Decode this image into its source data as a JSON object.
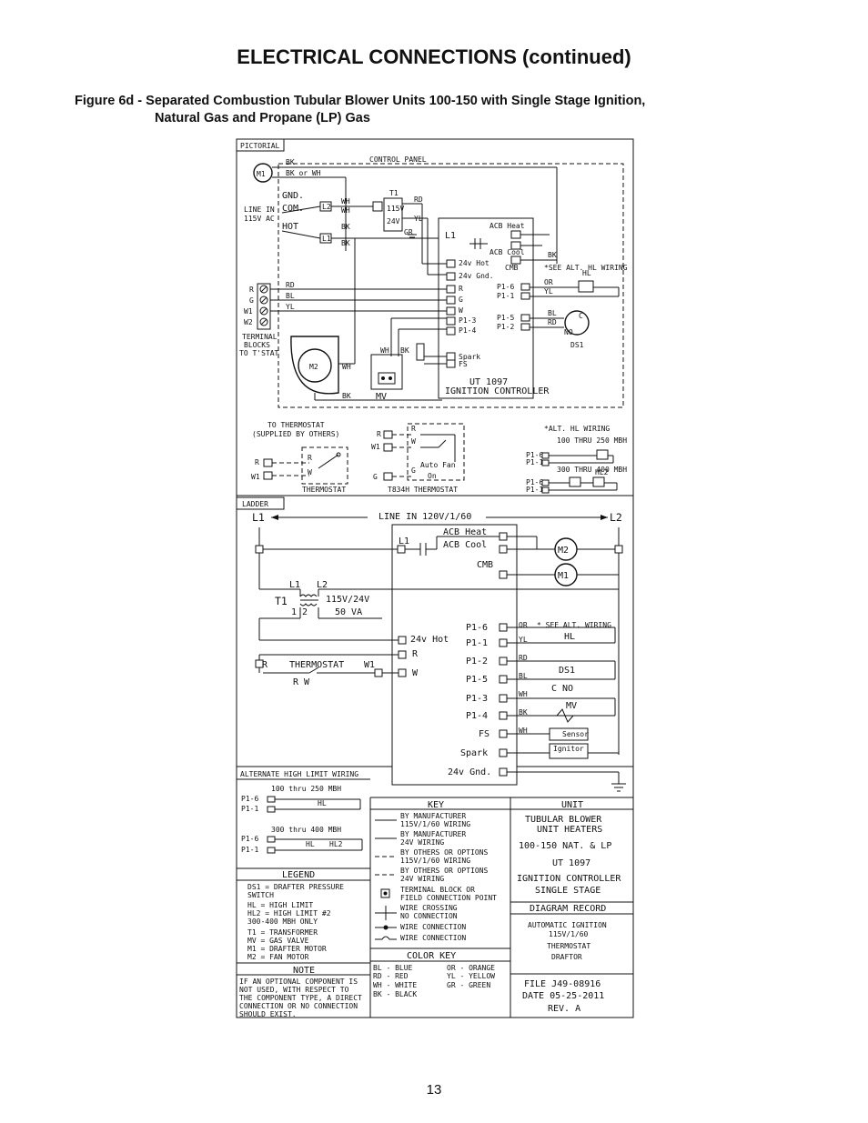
{
  "page": {
    "title": "ELECTRICAL CONNECTIONS (continued)",
    "caption_line1": "Figure 6d - Separated Combustion Tubular Blower Units 100-150 with Single Stage Ignition,",
    "caption_line2": "Natural Gas and Propane (LP) Gas",
    "page_number": "13"
  },
  "pictorial": {
    "label": "PICTORIAL",
    "control_panel": "CONTROL PANEL",
    "line_in": "LINE IN",
    "line_in_v": "115V AC",
    "gnd": "GND.",
    "com": "COM.",
    "hot": "HOT",
    "terminal_blocks": [
      "TERMINAL",
      "BLOCKS",
      "TO T'STAT"
    ],
    "terminals": [
      "R",
      "G",
      "W1",
      "W2"
    ],
    "m1": "M1",
    "m2": "M2",
    "mv": "MV",
    "ds1": "DS1",
    "controller_model": "UT 1097",
    "controller_name": "IGNITION CONTROLLER",
    "see_alt": "*SEE ALT. HL WIRING",
    "hl": "HL",
    "l1": "L1",
    "t1": "T1",
    "acb_heat": "ACB Heat",
    "acb_cool": "ACB Cool",
    "cmb": "CMB",
    "hot24": "24v Hot",
    "gnd24": "24v Gnd.",
    "spark": "Spark",
    "fs": "FS",
    "pins": [
      "R",
      "G",
      "W",
      "P1-3",
      "P1-4"
    ],
    "p1": [
      "P1-6",
      "P1-1",
      "P1-5",
      "P1-2"
    ],
    "wire_colors": [
      "BK",
      "BK or WH",
      "WH",
      "RD",
      "YL",
      "GR",
      "BL",
      "OR",
      "C",
      "NO"
    ]
  },
  "thermostats": {
    "to_thermostat": "TO THERMOSTAT",
    "supplied": "(SUPPLIED BY OTHERS)",
    "thermostat": "THERMOSTAT",
    "t834h": "T834H THERMOSTAT",
    "alt_hl": "*ALT. HL WIRING",
    "alt_100": "100 THRU 250 MBH",
    "alt_300": "300 THRU 400 MBH",
    "auto_fan": "Auto Fan",
    "on": "On",
    "hl2": "HL2"
  },
  "ladder": {
    "label": "LADDER",
    "line_in": "LINE IN 120V/1/60",
    "l1": "L1",
    "l2": "L2",
    "acb_heat": "ACB Heat",
    "acb_cool": "ACB Cool",
    "cmb": "CMB",
    "m2": "M2",
    "m1": "M1",
    "t1": "T1",
    "t1_l1": "L1",
    "t1_l2": "L2",
    "t1_rating": "115V/24V",
    "t1_va": "50 VA",
    "t1_pins": "1     2",
    "hot24": "24v Hot",
    "r": "R",
    "w": "W",
    "thermostat": "THERMOSTAT",
    "therm_r": "R",
    "therm_w1": "W1",
    "therm_rw": "R   W",
    "p_labels": [
      "P1-6",
      "P1-1",
      "P1-2",
      "P1-5",
      "P1-3",
      "P1-4",
      "FS",
      "Spark",
      "24v Gnd."
    ],
    "see_alt": "* SEE ALT. WIRING",
    "hl": "HL",
    "ds1": "DS1",
    "c_no": "C   NO",
    "mv": "MV",
    "sensor": "Sensor",
    "ignitor": "Ignitor",
    "wire_colors": [
      "OR",
      "YL",
      "RD",
      "BL",
      "WH",
      "BK",
      "WH"
    ]
  },
  "alt_high_limit": {
    "title": "ALTERNATE HIGH LIMIT WIRING",
    "range1": "100 thru 250 MBH",
    "range2": "300 thru 400 MBH",
    "p16": "P1-6",
    "p11": "P1-1"
  },
  "legend": {
    "title": "LEGEND",
    "lines": [
      "DS1 = DRAFTER PRESSURE",
      "      SWITCH",
      "HL  = HIGH LIMIT",
      "HL2 = HIGH LIMIT #2",
      "      300-400 MBH ONLY",
      "T1  = TRANSFORMER",
      "MV  = GAS VALVE",
      "M1  = DRAFTER MOTOR",
      "M2  = FAN MOTOR"
    ]
  },
  "note": {
    "title": "NOTE",
    "lines": [
      "IF AN OPTIONAL COMPONENT IS",
      "NOT USED, WITH RESPECT TO",
      "THE COMPONENT TYPE, A DIRECT",
      "CONNECTION OR NO CONNECTION",
      "SHOULD EXIST."
    ]
  },
  "key": {
    "title": "KEY",
    "lines": [
      "BY MANUFACTURER",
      "115V/1/60 WIRING",
      "BY MANUFACTURER",
      "24V WIRING",
      "BY OTHERS OR OPTIONS",
      "115V/1/60 WIRING",
      "BY OTHERS OR OPTIONS",
      "24V WIRING",
      "TERMINAL BLOCK OR",
      "FIELD CONNECTION POINT",
      "WIRE CROSSING",
      "NO CONNECTION",
      "WIRE CONNECTION",
      "WIRE CONNECTION"
    ]
  },
  "color_key": {
    "title": "COLOR KEY",
    "left": [
      "BL - BLUE",
      "RD - RED",
      "WH - WHITE",
      "BK - BLACK"
    ],
    "right": [
      "OR - ORANGE",
      "YL - YELLOW",
      "GR - GREEN"
    ]
  },
  "unit": {
    "title": "UNIT",
    "lines": [
      "TUBULAR BLOWER",
      "UNIT HEATERS",
      "100-150 NAT. & LP",
      "UT 1097",
      "IGNITION CONTROLLER",
      "SINGLE STAGE"
    ],
    "diagram_record": "DIAGRAM RECORD",
    "record_lines": [
      "AUTOMATIC  IGNITION",
      "115V/1/60",
      "THERMOSTAT",
      "DRAFTOR"
    ],
    "file": "FILE   J49-08916",
    "date": "DATE   05-25-2011",
    "rev": "REV. A"
  }
}
